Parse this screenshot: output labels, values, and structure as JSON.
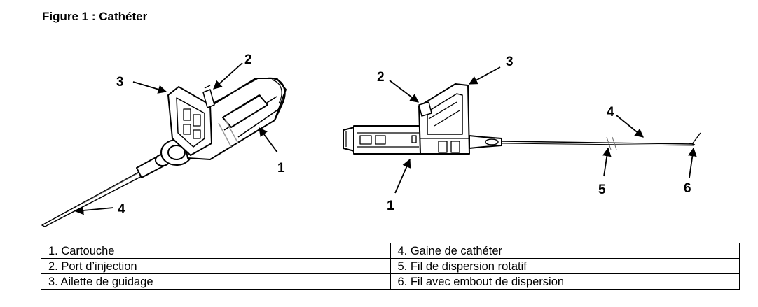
{
  "figure": {
    "title": "Figure 1 : Cathéter",
    "callouts_left": [
      "3",
      "2",
      "1",
      "4"
    ],
    "callouts_right": [
      "2",
      "3",
      "4",
      "1",
      "5",
      "6"
    ]
  },
  "legend": {
    "rows": [
      {
        "left": "1. Cartouche",
        "right": "4. Gaine de cathéter"
      },
      {
        "left": "2. Port d’injection",
        "right": "5. Fil de dispersion rotatif"
      },
      {
        "left": "3. Ailette de guidage",
        "right": "6. Fil avec embout de dispersion"
      }
    ]
  },
  "colors": {
    "ink": "#000000",
    "paper": "#ffffff",
    "shade": "#9a9a9a"
  }
}
